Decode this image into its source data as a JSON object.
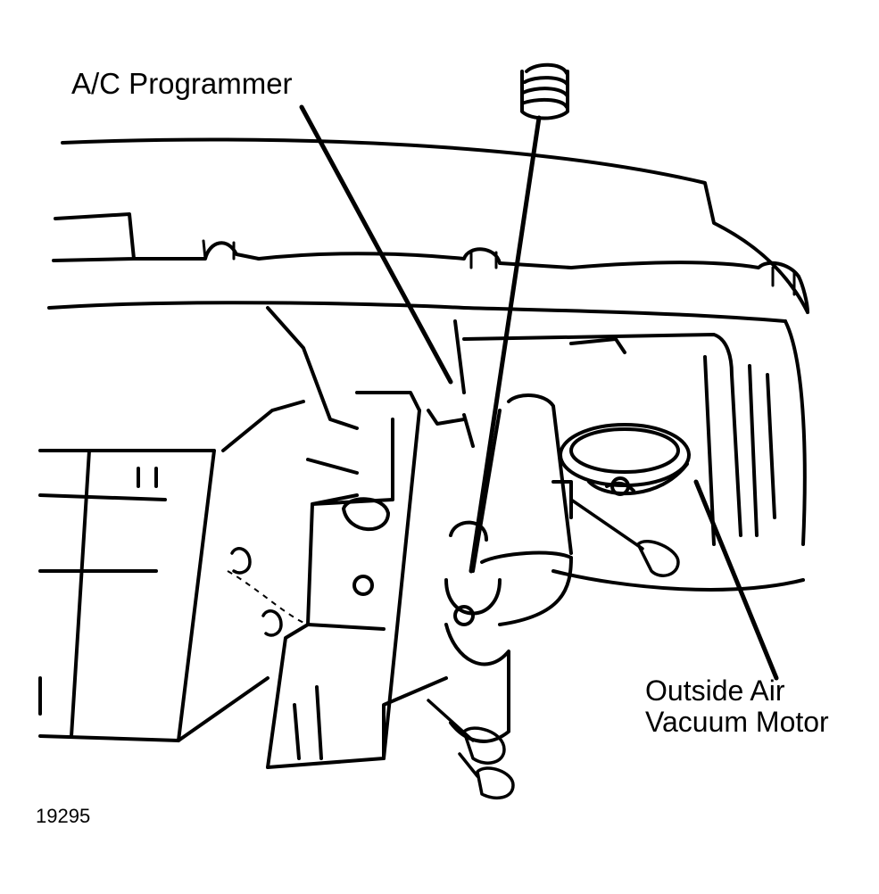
{
  "labels": {
    "programmer": "A/C Programmer",
    "vacuum_motor_line1": "Outside Air",
    "vacuum_motor_line2": "Vacuum Motor",
    "figure_number": "19295"
  },
  "colors": {
    "ink": "#000000",
    "paper": "#ffffff"
  }
}
